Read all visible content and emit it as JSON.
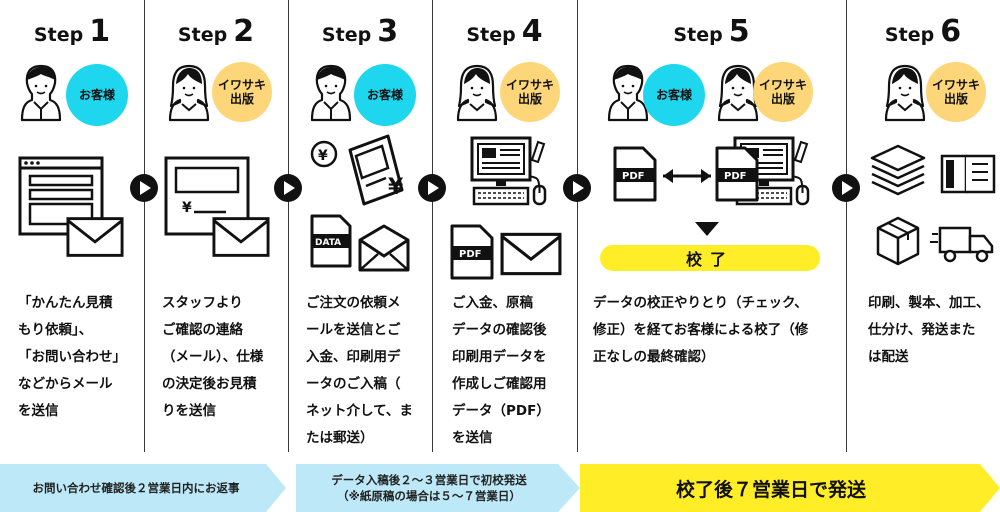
{
  "step_word": "Step",
  "steps": [
    {
      "number": "1",
      "who": [
        "お客様"
      ],
      "desc": "「かんたん見積\nもり依頼」、\n「お問い合わせ」\nなどからメール\nを送信"
    },
    {
      "number": "2",
      "who": [
        "イワサキ\n出版"
      ],
      "desc": "スタッフより\nご確認の連絡\n（メール）、仕様\nの決定後お見積\nりを送信"
    },
    {
      "number": "3",
      "who": [
        "お客様"
      ],
      "desc": "ご注文の依頼メ\nールを送信とご\n入金、印刷用デ\nータのご入稿（\nネット介して、ま\nたは郵送）"
    },
    {
      "number": "4",
      "who": [
        "イワサキ\n出版"
      ],
      "desc": "ご入金、原稿\nデータの確認後\n印刷用データを\n作成しご確認用\nデータ（PDF）\nを送信"
    },
    {
      "number": "5",
      "who": [
        "お客様",
        "イワサキ\n出版"
      ],
      "desc": "データの校正やりとり（チェック、\n修正）を経てお客様による校了（修\n正なしの最終確認）"
    },
    {
      "number": "6",
      "who": [
        "イワサキ\n出版"
      ],
      "desc": "印刷、製本、加工、\n仕分け、発送また\nは配送"
    }
  ],
  "icon_labels": {
    "yen": "¥",
    "data": "DATA",
    "pdf": "PDF"
  },
  "kouryo": "校了",
  "ribbons": [
    {
      "text": "お問い合わせ確認後２営業日内にお返事"
    },
    {
      "text": "データ入稿後２～３営業日で初校発送\n（※紙原稿の場合は５～７営業日）"
    },
    {
      "text": "校了後７営業日で発送"
    }
  ],
  "colors": {
    "client_badge": "#1ed6ee",
    "company_badge": "#fcd679",
    "highlight": "#ffee27",
    "ribbon_blue": "#bce8f7"
  }
}
